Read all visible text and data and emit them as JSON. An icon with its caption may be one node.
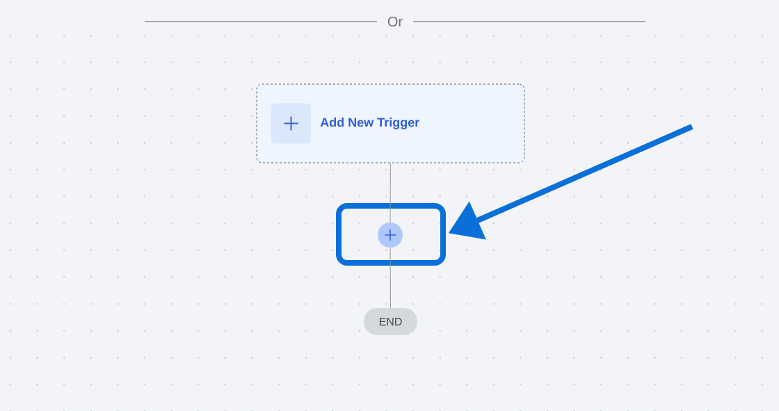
{
  "diagram": {
    "nodes": [
      {
        "text": [
          "Add New Trigger"
        ]
      },
      {
        "text": [],
        "shape": "box"
      },
      {
        "text": [],
        "shape": "circle",
        "in": 1
      },
      {
        "text": [
          "END"
        ]
      }
    ],
    "edges": [
      {
        "from": 0,
        "to": 2,
        "arrow": "none"
      },
      {
        "from": 2,
        "to": 3,
        "arrow": "none"
      },
      {
        "from": null,
        "to": 1,
        "arrow": "to",
        "style": "thick",
        "color": "#0a6fd9"
      }
    ],
    "labels": [
      "Or"
    ]
  }
}
